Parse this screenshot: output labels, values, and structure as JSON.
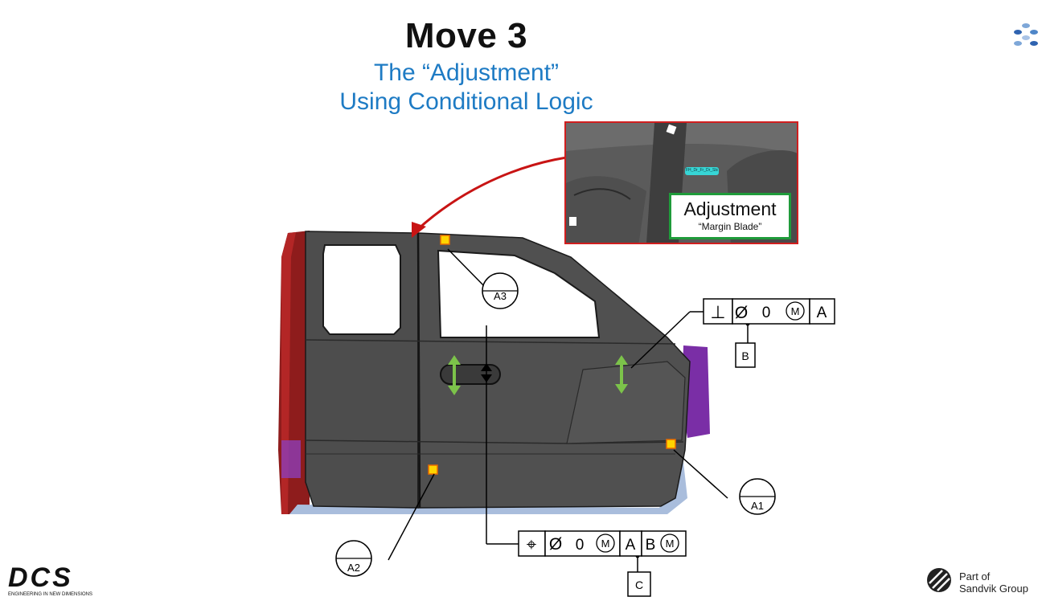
{
  "slide": {
    "title": "Move 3",
    "subtitle_line1": "The “Adjustment”",
    "subtitle_line2": "Using Conditional Logic"
  },
  "inset": {
    "callout_title": "Adjustment",
    "callout_subtitle": "“Margin Blade”",
    "feature_tag": "FH_Dr_Fr_Dr_Sbs_Nm"
  },
  "datums": {
    "a1": "A1",
    "a2": "A2",
    "a3": "A3"
  },
  "fcf_top": {
    "symbol": "⊥",
    "diameter": "Ø",
    "tolerance": "0",
    "modifier": "M",
    "datum1": "A",
    "below_datum": "B"
  },
  "fcf_bottom": {
    "symbol": "⌖",
    "diameter": "Ø",
    "tolerance": "0",
    "modifier": "M",
    "datum1": "A",
    "datum2": "B",
    "datum2_modifier": "M",
    "below_datum": "C"
  },
  "branding": {
    "dcs_logo": "DCS",
    "dcs_tagline": "ENGINEERING IN NEW DIMENSIONS",
    "sandvik_line1": "Part of",
    "sandvik_line2": "Sandvik Group"
  },
  "colors": {
    "title": "#111111",
    "subtitle": "#1e7bc4",
    "inset_border": "#d01e1e",
    "callout_border": "#1f9b3a",
    "arrow_red": "#c81414",
    "green_arrow": "#7cc34a",
    "datum_yellow": "#ffd400",
    "body_red": "#8e1c1c",
    "body_purple": "#7a2ea6",
    "door_gray": "#505050"
  },
  "icons": {
    "corner": "sandvik-dots-icon",
    "sandvik": "sandvik-globe-icon",
    "arrow": "curved-arrow-icon",
    "updown": "up-down-arrow-icon"
  }
}
